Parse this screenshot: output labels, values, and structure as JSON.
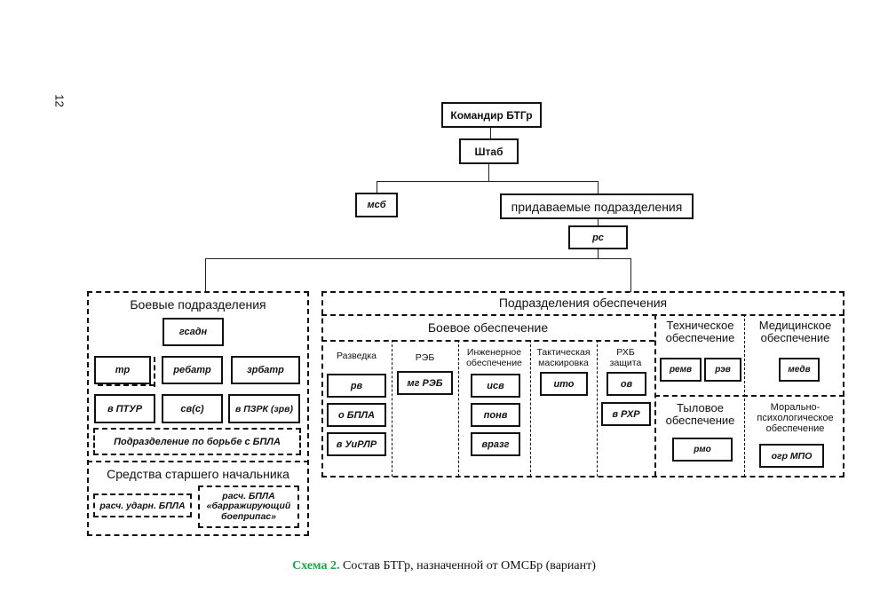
{
  "page_number": "12",
  "top": {
    "commander": "Командир БТГр",
    "staff": "Штаб",
    "msb": "мсб",
    "attached": "придаваемые подразделения",
    "rs": "рс"
  },
  "combat_units": {
    "title": "Боевые подразделения",
    "gsadn": "гсадн",
    "tr": "тр",
    "rebatr": "ребатр",
    "zrbatr": "зрбатр",
    "v_ptur": "в ПТУР",
    "sv_s": "св(с)",
    "v_pzrk": "в ПЗРК (зрв)",
    "anti_uav": "Подразделение по борьбе с БПЛА",
    "senior_title": "Средства старшего начальника",
    "strike_uav": "расч. ударн. БПЛА",
    "loitering_line1": "расч. БПЛА",
    "loitering_line2": "«барражирующий",
    "loitering_line3": "боеприпас»"
  },
  "support_units": {
    "title": "Подразделения обеспечения",
    "combat_support": {
      "title": "Боевое обеспечение",
      "columns": [
        {
          "title": "Разведка",
          "items": [
            "рв",
            "о БПЛА",
            "в УиРЛР"
          ]
        },
        {
          "title": "РЭБ",
          "items": [
            "мг РЭБ"
          ]
        },
        {
          "title_line1": "Инженерное",
          "title_line2": "обеспечение",
          "items": [
            "исв",
            "понв",
            "вразг"
          ]
        },
        {
          "title_line1": "Тактическая",
          "title_line2": "маскировка",
          "items": [
            "ито"
          ]
        },
        {
          "title_line1": "РХБ",
          "title_line2": "защита",
          "items": [
            "ов",
            "в РХР"
          ]
        }
      ]
    },
    "technical": {
      "title_line1": "Техническое",
      "title_line2": "обеспечение",
      "items": [
        "ремв",
        "рэв"
      ]
    },
    "medical": {
      "title_line1": "Медицинское",
      "title_line2": "обеспечение",
      "items": [
        "медв"
      ]
    },
    "rear": {
      "title_line1": "Тыловое",
      "title_line2": "обеспечение",
      "items": [
        "рмо"
      ]
    },
    "moral": {
      "title_line1": "Морально-",
      "title_line2": "психологическое",
      "title_line3": "обеспечение",
      "items": [
        "огр МПО"
      ]
    }
  },
  "caption": {
    "label": "Схема 2.",
    "text": " Состав БТГр, назначенной от ОМСБр (вариант)",
    "label_color": "#1aa640"
  }
}
